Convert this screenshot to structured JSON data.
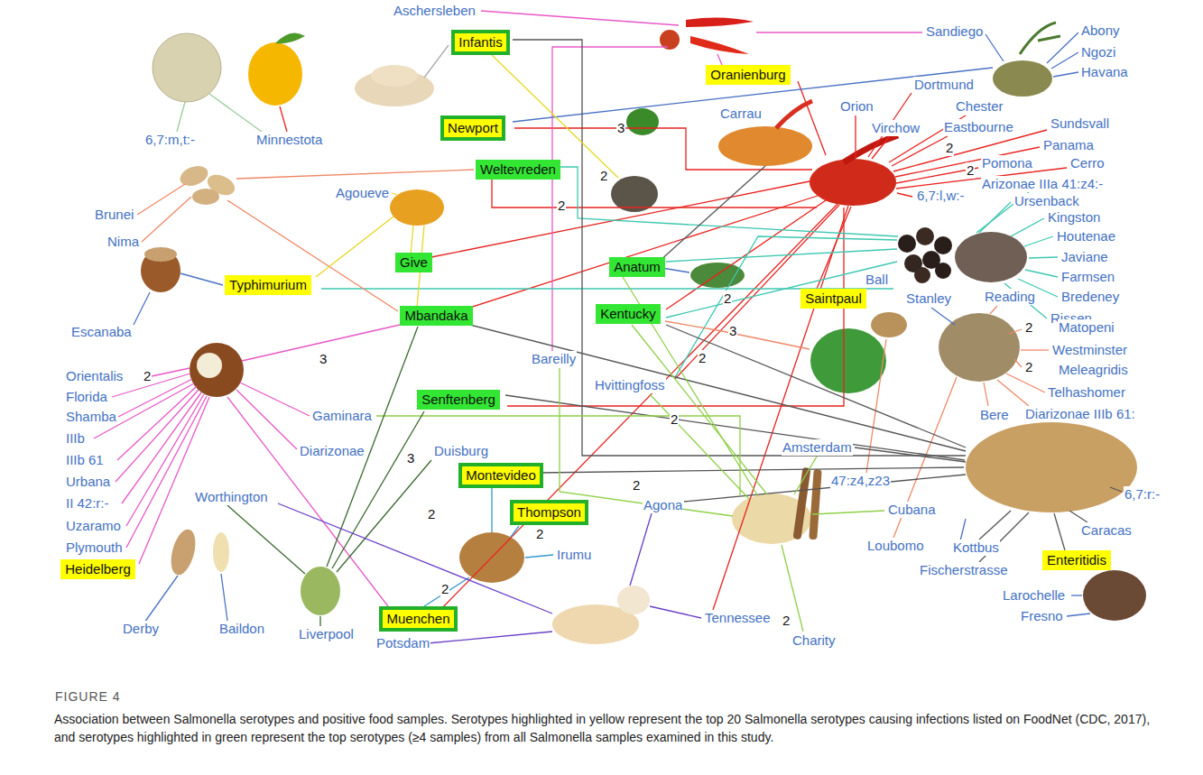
{
  "diagram": {
    "caption": "Association between Salmonella serotypes and positive food samples. Serotypes highlighted in yellow represent the top 20 Salmonella serotypes causing infections listed on FoodNet (CDC, 2017), and serotypes highlighted in green represent the top serotypes (≥4 samples) from all Salmonella samples examined in this study.",
    "nodes": [
      {
        "text": [
          "Infantis"
        ]
      },
      {
        "text": [
          "Oranienburg"
        ]
      },
      {
        "text": [
          "Newport"
        ]
      },
      {
        "text": [
          "Weltevreden"
        ]
      },
      {
        "text": [
          "Give"
        ]
      },
      {
        "text": [
          "Typhimurium"
        ]
      },
      {
        "text": [
          "Anatum"
        ]
      },
      {
        "text": [
          "Saintpaul"
        ]
      },
      {
        "text": [
          "Mbandaka"
        ]
      },
      {
        "text": [
          "Kentucky"
        ]
      },
      {
        "text": [
          "Senftenberg"
        ]
      },
      {
        "text": [
          "Montevideo"
        ]
      },
      {
        "text": [
          "Thompson"
        ]
      },
      {
        "text": [
          "Heidelberg"
        ]
      },
      {
        "text": [
          "Enteritidis"
        ]
      },
      {
        "text": [
          "Muenchen"
        ]
      }
    ],
    "labels": [
      "Aschersleben",
      "Sandiego",
      "Abony",
      "Ngozi",
      "Havana",
      "Dortmund",
      "3",
      "Carrau",
      "Orion",
      "Chester",
      "Virchow",
      "Eastbourne",
      "Sundsvall",
      "6,7:m,t:-",
      "Minnestota",
      "2",
      "Panama",
      "2",
      "Pomona",
      "Cerro",
      "2",
      "Arizonae IIIa 41:z4:-",
      "Agoueve",
      "6,7:l,w:-",
      "Ursenback",
      "2",
      "Brunei",
      "Kingston",
      "Houtenae",
      "Nima",
      "Javiane",
      "Farmsen",
      "Ball",
      "Bredeney",
      "Stanley",
      "Reading",
      "2",
      "Rissen",
      "2",
      "Matopeni",
      "Escanaba",
      "3",
      "Westminster",
      "3",
      "Bareilly",
      "2",
      "2",
      "Meleagridis",
      "Orientalis",
      "2",
      "Hvittingfoss",
      "Telhashomer",
      "Florida",
      "Bere",
      "Diarizonae IIIb 61:",
      "Gaminara",
      "Shamba",
      "2",
      "IIIb",
      "Amsterdam",
      "Diarizonae",
      "Duisburg",
      "3",
      "IIIb 61",
      "47:z4,z23",
      "Urbana",
      "2",
      "6,7:r:-",
      "Worthington",
      "II 42:r:-",
      "Agona",
      "Cubana",
      "2",
      "Uzaramo",
      "Caracas",
      "2",
      "Loubomo",
      "Kottbus",
      "Plymouth",
      "Irumu",
      "Fischerstrasse",
      "2",
      "Larochelle",
      "Tennessee",
      "2",
      "Fresno",
      "Derby",
      "Baildon",
      "Liverpool",
      "Charity",
      "Potsdam",
      "FIGURE 4"
    ]
  }
}
